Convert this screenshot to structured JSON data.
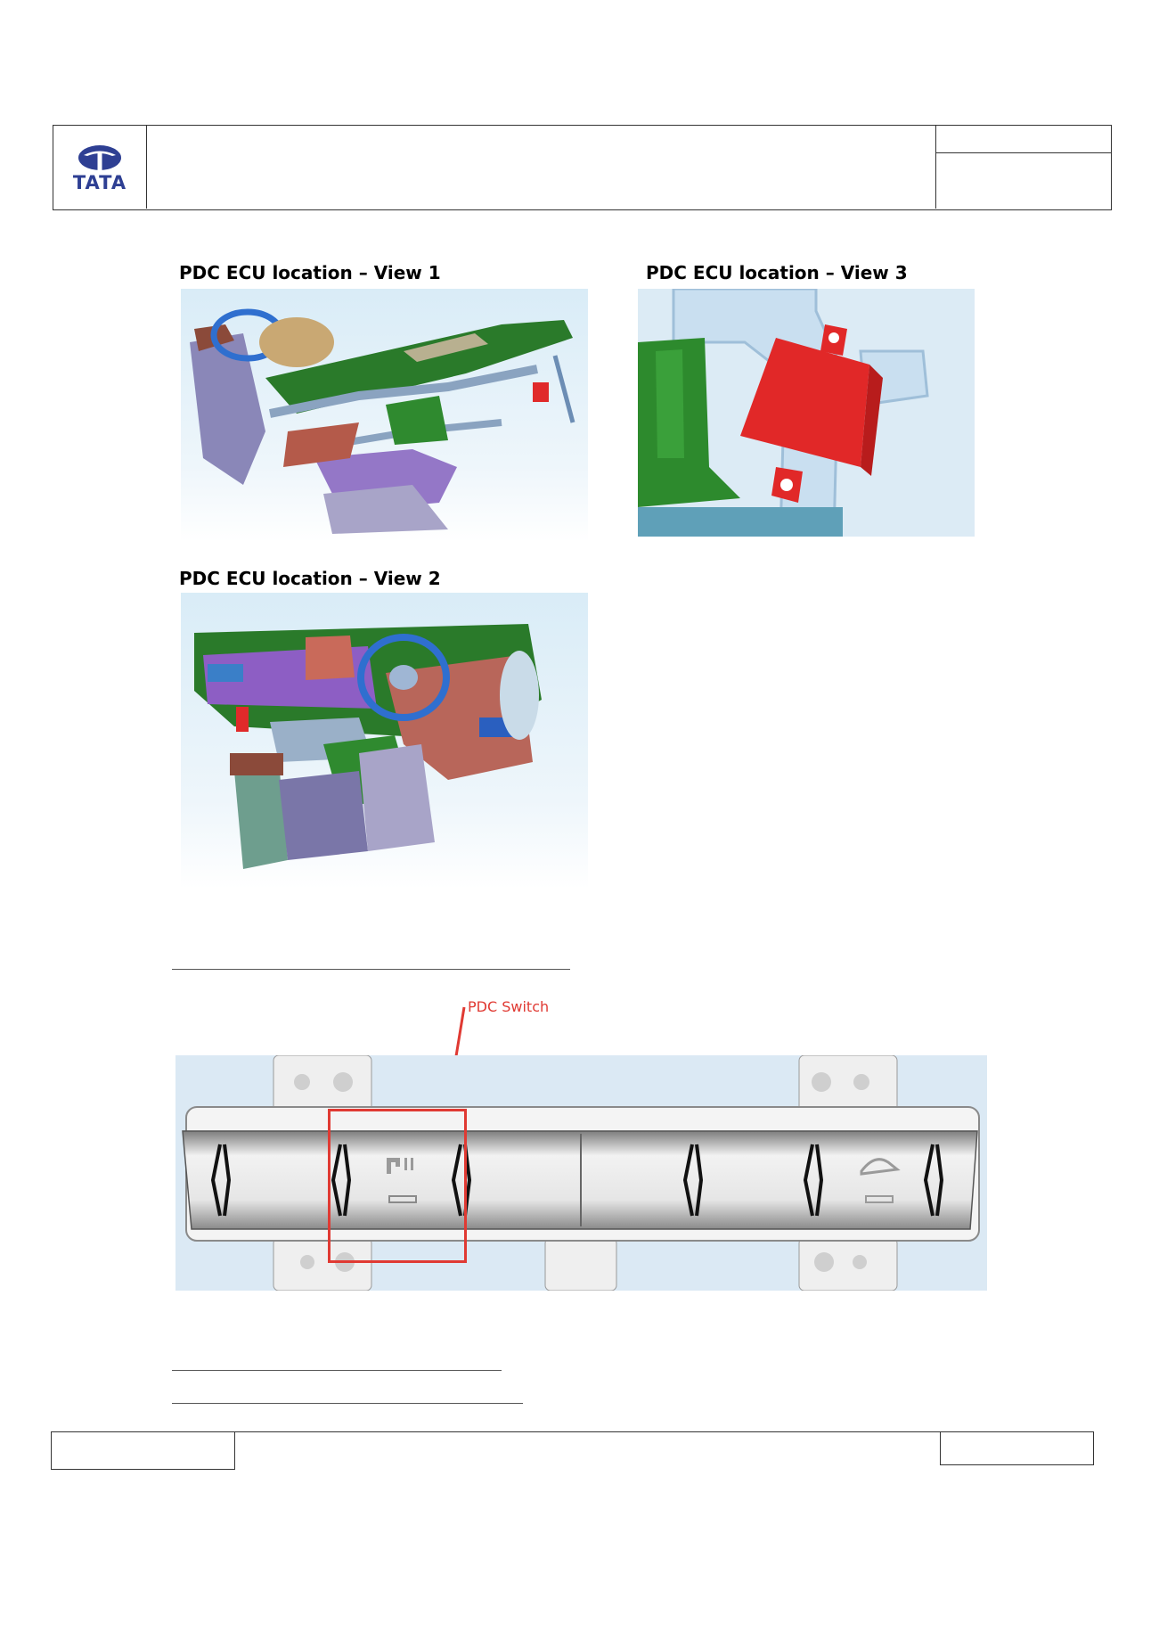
{
  "header": {
    "logo_text": "TATA"
  },
  "views": {
    "view1_caption": "PDC ECU location – View 1",
    "view2_caption": "PDC ECU location – View 2",
    "view3_caption": "PDC ECU location – View 3"
  },
  "switch_panel": {
    "callout_label": "PDC Switch",
    "highlight_color": "#e03a33"
  }
}
